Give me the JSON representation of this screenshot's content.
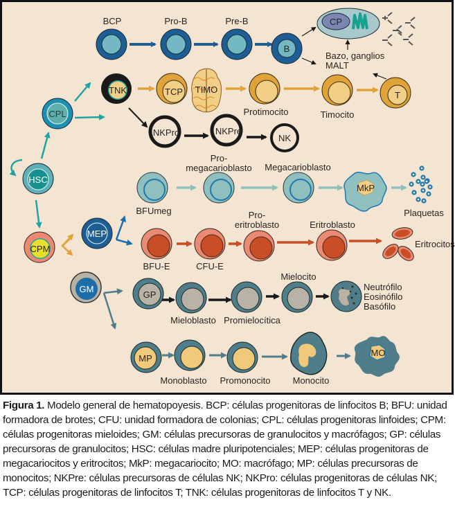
{
  "figure": {
    "colors": {
      "background": "#f4e4d2",
      "border": "#111111",
      "b_lineage_outer": "#1d5f95",
      "b_lineage_inner": "#74b8c3",
      "t_lineage_outer": "#dfa33a",
      "t_lineage_inner": "#f2cf86",
      "nk_ring": "#1a1a1a",
      "teal": "#21a3a3",
      "meg": "#8fbfbf",
      "eryth_outer": "#eb8a73",
      "eryth_inner": "#c94d25",
      "myeloid_outer": "#4f7d8a",
      "myeloid_inner": "#b9b2a6",
      "mono_inner": "#f0c97a",
      "cpm_yellow": "#e9df2a"
    },
    "nodes": {
      "hsc": "HSC",
      "cpl": "CPL",
      "cpm": "CPM",
      "mep": "MEP",
      "gm": "GM",
      "tnk": "TNK",
      "tcp": "TCP",
      "timo": "TIMO",
      "t": "T",
      "nkpro": "NKPro",
      "nkpre": "NKPre",
      "nk": "NK",
      "b": "B",
      "cp": "CP",
      "mkp": "MkP",
      "gp": "GP",
      "mp": "MP",
      "mo": "MO"
    },
    "labels": {
      "bcp": "BCP",
      "prob": "Pro-B",
      "preb": "Pre-B",
      "bazo": "Bazo, ganglios",
      "malt": "MALT",
      "protimocito": "Protimocito",
      "timocito": "Timocito",
      "promega_1": "Pro-",
      "promega_2": "megacarioblasto",
      "megacarioblasto": "Megacarioblasto",
      "bfumeg": "BFUmeg",
      "plaquetas": "Plaquetas",
      "proeritro_1": "Pro-",
      "proeritro_2": "eritroblasto",
      "eritroblasto": "Eritroblasto",
      "bfue": "BFU-E",
      "cfue": "CFU-E",
      "eritrocitos": "Eritrocitos",
      "mielocito": "Mielocito",
      "mieloblasto": "Mieloblasto",
      "promielocitica": "Promielocítica",
      "neutrofilo": "Neutrófilo",
      "eosinofilo": "Eosinófilo",
      "basofilo": "Basófilo",
      "monoblasto": "Monoblasto",
      "promonocito": "Promonocito",
      "monocito": "Monocito"
    }
  },
  "caption": {
    "title": "Figura 1.",
    "text": " Modelo general de hematopoyesis. BCP: células progenitoras de linfocitos B; BFU: unidad formadora de brotes; CFU: unidad formadora de colonias; CPL: células progenitoras linfoides; CPM: células progenitoras mieloides; GM: células precursoras de granulocitos y macrófagos; GP: células precursoras de granulocitos; HSC: células madre pluripotenciales; MEP: células progenitoras de megacariocitos y eritrocitos; MkP: megacariocito; MO: macrófago; MP: células precursoras de monocitos; NKPre: células precursoras de células NK; NKPro: células progenitoras de células NK; TCP: células progenitoras de linfocitos T; TNK: células progenitoras de linfocitos T y NK."
  }
}
